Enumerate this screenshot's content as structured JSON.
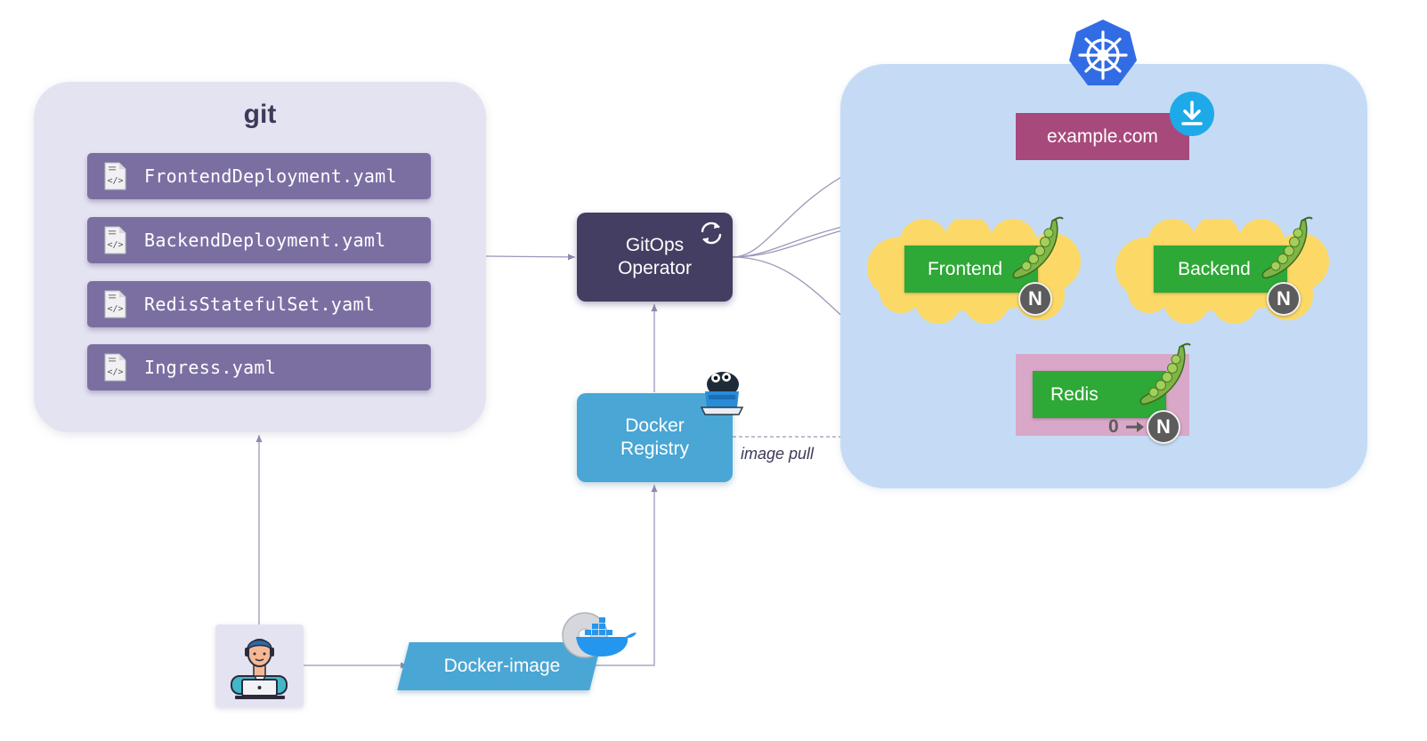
{
  "git": {
    "title": "git",
    "files": [
      {
        "name": "FrontendDeployment.yaml",
        "icon": "code-file-icon"
      },
      {
        "name": "BackendDeployment.yaml",
        "icon": "code-file-icon"
      },
      {
        "name": "RedisStatefulSet.yaml",
        "icon": "code-file-icon"
      },
      {
        "name": "Ingress.yaml",
        "icon": "code-file-icon"
      }
    ]
  },
  "gitops": {
    "line1": "GitOps",
    "line2": "Operator",
    "icon": "sync-icon"
  },
  "registry": {
    "line1": "Docker",
    "line2": "Registry",
    "icon": "harbor-icon"
  },
  "docker_image": {
    "label": "Docker-image",
    "icon": "docker-whale-icon"
  },
  "edges": {
    "image_pull": "image pull"
  },
  "cluster": {
    "logo": "kubernetes-icon",
    "ingress": {
      "label": "example.com",
      "icon": "download-icon"
    },
    "frontend": {
      "label": "Frontend",
      "badge": "N"
    },
    "backend": {
      "label": "Backend",
      "badge": "N"
    },
    "redis": {
      "label": "Redis",
      "scale_from": "0",
      "badge": "N"
    }
  },
  "colors": {
    "git_panel": "#e4e3f1",
    "yaml_file": "#7b6fa2",
    "gitops": "#443e62",
    "docker": "#4aa6d4",
    "cluster": "#c5dbf5",
    "ingress": "#a8497c",
    "service": "#2ea837",
    "redis_frame": "#d9a7c7",
    "cloud": "#fcd966",
    "edge": "#9b97b8"
  }
}
